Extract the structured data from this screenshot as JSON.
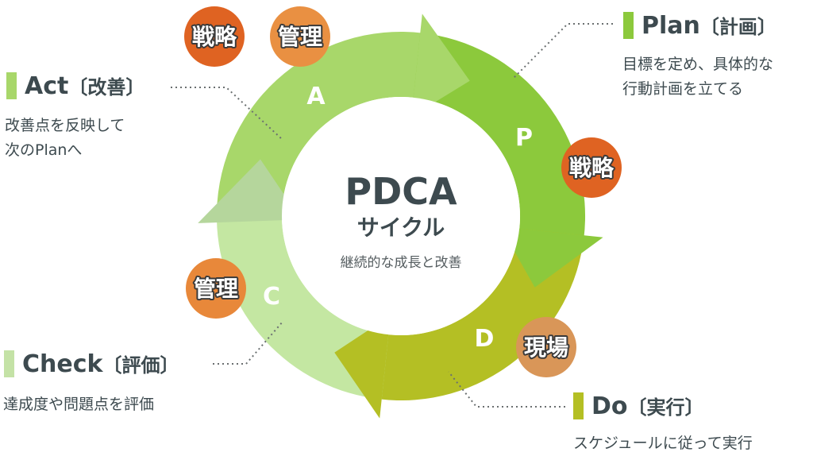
{
  "center": {
    "title": "PDCA",
    "subtitle": "サイクル",
    "caption": "継続的な成長と改善"
  },
  "segments": [
    {
      "letter": "A",
      "color": "#a8d76a",
      "head_color": "#a8d76a"
    },
    {
      "letter": "P",
      "color": "#8cc93c",
      "head_color": "#8cc93c"
    },
    {
      "letter": "D",
      "color": "#b4bf24",
      "head_color": "#b4bf24"
    },
    {
      "letter": "C",
      "color": "#c4e7a2",
      "head_color": "#b5d69c"
    }
  ],
  "badges": [
    {
      "text": "戦略",
      "color": "#df6322"
    },
    {
      "text": "管理",
      "color": "#e99042"
    },
    {
      "text": "戦略",
      "color": "#df6322"
    },
    {
      "text": "管理",
      "color": "#e8883a"
    },
    {
      "text": "現場",
      "color": "#d99658"
    }
  ],
  "labels": {
    "plan": {
      "title": "Plan",
      "sub": "〔計画〕",
      "desc": [
        "目標を定め、具体的な",
        "行動計画を立てる"
      ],
      "color": "#8cc93c"
    },
    "do": {
      "title": "Do",
      "sub": "〔実行〕",
      "desc": [
        "スケジュールに従って実行"
      ],
      "color": "#b4bf24"
    },
    "check": {
      "title": "Check",
      "sub": "〔評価〕",
      "desc": [
        "達成度や問題点を評価"
      ],
      "color": "#c4e2a6"
    },
    "act": {
      "title": "Act",
      "sub": "〔改善〕",
      "desc": [
        "改善点を反映して",
        "次のPlanへ"
      ],
      "color": "#a8d76a"
    }
  }
}
